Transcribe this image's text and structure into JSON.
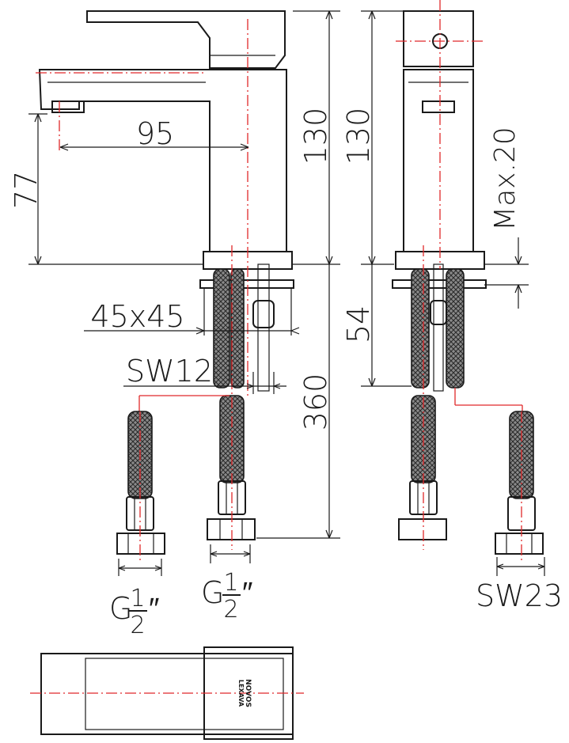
{
  "dimensions": {
    "spout_reach": "95",
    "spout_height": "77",
    "total_height_front": "130",
    "total_height_side": "130",
    "max_thickness": "Max.20",
    "body_size": "45x45",
    "shank_length": "54",
    "hose_length": "360",
    "nut_wrench": "SW12",
    "hose_wrench": "SW23",
    "thread_left": {
      "prefix": "G",
      "numerator": "1",
      "denominator": "2",
      "suffix": "″"
    },
    "thread_right": {
      "prefix": "G",
      "numerator": "1",
      "denominator": "2",
      "suffix": "″"
    }
  },
  "logo": {
    "line1": "LEXAVA",
    "line2": "NOVOS"
  },
  "colors": {
    "outline": "#1a1a1a",
    "centerline": "#e0282a"
  }
}
